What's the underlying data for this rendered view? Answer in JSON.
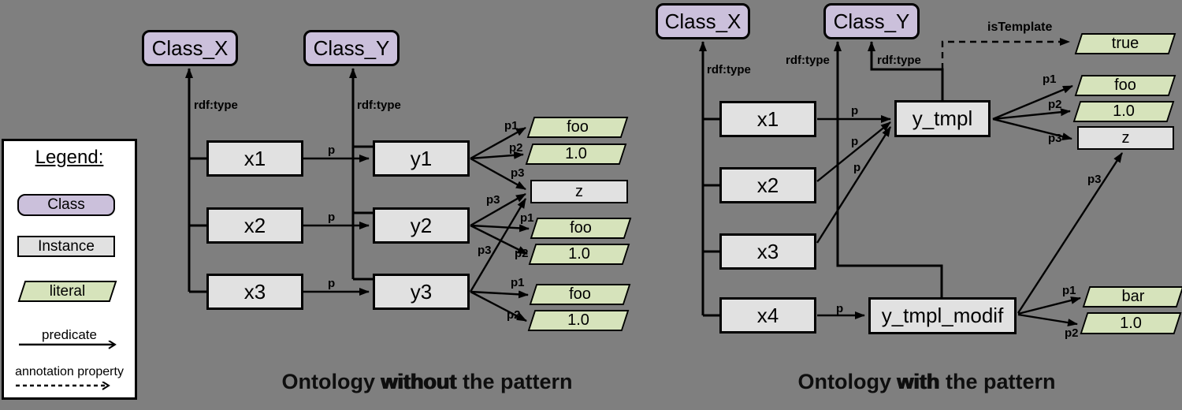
{
  "colors": {
    "background": "#7f7f7f",
    "class_fill": "#cbc0db",
    "instance_fill": "#e1e1e1",
    "literal_fill": "#d6e3bb",
    "line": "#000000",
    "legend_bg": "#ffffff"
  },
  "legend": {
    "title": "Legend:",
    "class_label": "Class",
    "instance_label": "Instance",
    "literal_label": "literal",
    "predicate_label": "predicate",
    "annotation_label": "annotation property"
  },
  "left": {
    "caption": {
      "pre": "Ontology ",
      "emph": "without",
      "post": " the pattern"
    },
    "nodes": {
      "class_x": "Class_X",
      "class_y": "Class_Y",
      "x1": "x1",
      "x2": "x2",
      "x3": "x3",
      "y1": "y1",
      "y2": "y2",
      "y3": "y3",
      "foo1": "foo",
      "num1": "1.0",
      "z": "z",
      "foo2": "foo",
      "num2": "1.0",
      "foo3": "foo",
      "num3": "1.0"
    },
    "labels": {
      "rdf_x": "rdf:type",
      "rdf_y": "rdf:type",
      "p_x1": "p",
      "p_x2": "p",
      "p_x3": "p",
      "y1p1": "p1",
      "y1p2": "p2",
      "y1p3": "p3",
      "y2p3": "p3",
      "y2p1": "p1",
      "y2p2": "p2",
      "y3p3": "p3",
      "y3p1": "p1",
      "y3p2": "p2"
    }
  },
  "right": {
    "caption": {
      "pre": "Ontology ",
      "emph": "with",
      "post": " the pattern"
    },
    "nodes": {
      "class_x": "Class_X",
      "class_y": "Class_Y",
      "x1": "x1",
      "x2": "x2",
      "x3": "x3",
      "x4": "x4",
      "y_tmpl": "y_tmpl",
      "y_tmpl_modif": "y_tmpl_modif",
      "true_lit": "true",
      "foo": "foo",
      "num": "1.0",
      "z": "z",
      "bar": "bar",
      "num2": "1.0"
    },
    "labels": {
      "rdf_x": "rdf:type",
      "rdf_y_modif": "rdf:type",
      "rdf_y_tmpl": "rdf:type",
      "is_template": "isTemplate",
      "p_x1": "p",
      "p_x2": "p",
      "p_x3": "p",
      "p_x4": "p",
      "tmpl_p1": "p1",
      "tmpl_p2": "p2",
      "tmpl_p3": "p3",
      "modif_p3": "p3",
      "modif_p1": "p1",
      "modif_p2": "p2"
    }
  }
}
